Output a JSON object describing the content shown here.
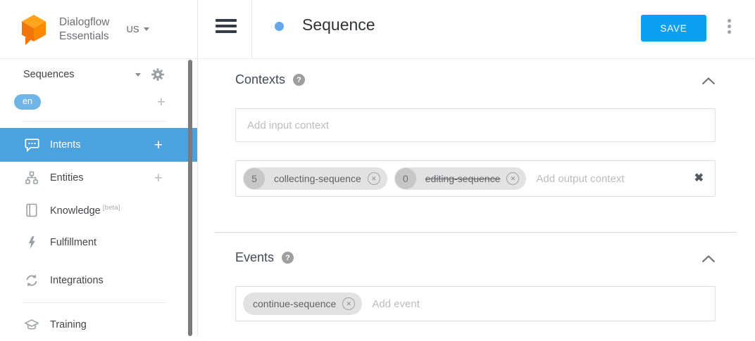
{
  "brand": {
    "line1": "Dialogflow",
    "line2": "Essentials",
    "region": "US"
  },
  "sidebar": {
    "agent_name": "Sequences",
    "language_badge": "en",
    "add_symbol": "+",
    "nav": [
      {
        "label": "Intents",
        "icon": "chat-bubble-icon",
        "add": "+",
        "active": true
      },
      {
        "label": "Entities",
        "icon": "entities-tree-icon",
        "add": "+",
        "active": false
      },
      {
        "label": "Knowledge",
        "beta_tag": "[beta]",
        "icon": "book-icon",
        "active": false
      },
      {
        "label": "Fulfillment",
        "icon": "lightning-icon",
        "active": false
      },
      {
        "label": "Integrations",
        "icon": "sync-icon",
        "active": false
      },
      {
        "label": "Training",
        "icon": "graduation-cap-icon",
        "active": false
      }
    ]
  },
  "header": {
    "title": "Sequence",
    "save_label": "SAVE"
  },
  "contexts": {
    "heading": "Contexts",
    "help_glyph": "?",
    "input_placeholder": "Add input context",
    "output_placeholder": "Add output context",
    "output_chips": [
      {
        "count": "5",
        "label": "collecting-sequence",
        "strikethrough": false,
        "remove_glyph": "✕"
      },
      {
        "count": "0",
        "label": "editing-sequence",
        "strikethrough": true,
        "remove_glyph": "✕"
      }
    ],
    "clear_glyph": "✖"
  },
  "events": {
    "heading": "Events",
    "help_glyph": "?",
    "chips": [
      {
        "label": "continue-sequence",
        "remove_glyph": "✕"
      }
    ],
    "placeholder": "Add event"
  },
  "icons": {
    "logo": "dialogflow-cube-icon",
    "hamburger": "menu-icon",
    "kebab": "more-vert-icon",
    "gear": "gear-icon",
    "caret": "caret-down-icon",
    "chevron": "chevron-up-icon",
    "help": "help-circle-icon"
  },
  "colors": {
    "active_nav_blue": "#4BA2DF",
    "save_button_blue": "#0C9FF2",
    "language_badge_blue": "#70B5E8",
    "status_dot_blue": "#64A8E8",
    "logo_orange_top": "#FFA41C",
    "logo_orange_left": "#F1750A",
    "logo_orange_right": "#F98A00",
    "chip_gray": "#E2E2E2"
  }
}
